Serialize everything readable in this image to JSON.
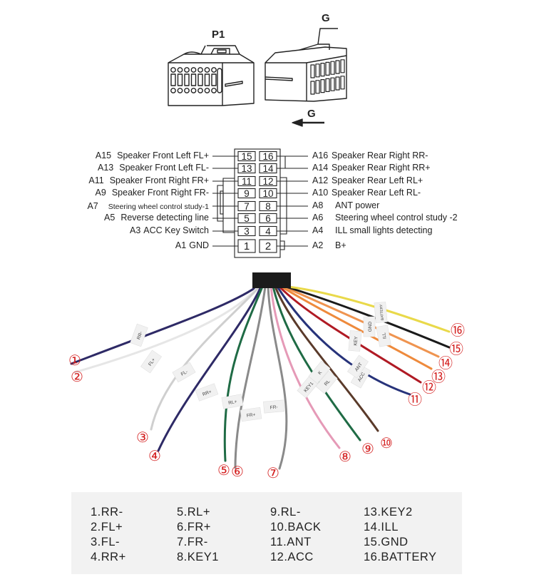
{
  "connectors": {
    "p1_label": "P1",
    "g_label_top": "G",
    "g_label_arrow": "G"
  },
  "pinout": {
    "left_pins": [
      {
        "code": "A15",
        "desc": "Speaker Front Left FL+",
        "pin": "15"
      },
      {
        "code": "A13",
        "desc": "Speaker Front Left FL-",
        "pin": "13"
      },
      {
        "code": "A11",
        "desc": "Speaker Front Right FR+",
        "pin": "11"
      },
      {
        "code": "A9",
        "desc": "Speaker Front Right FR-",
        "pin": "9"
      },
      {
        "code": "A7",
        "desc": "Steering wheel control study-1",
        "pin": "7"
      },
      {
        "code": "A5",
        "desc": "Reverse detecting line",
        "pin": "5"
      },
      {
        "code": "A3",
        "desc": "ACC Key Switch",
        "pin": "3"
      },
      {
        "code": "A1",
        "desc": "GND",
        "pin": "1"
      }
    ],
    "right_pins": [
      {
        "code": "A16",
        "desc": "Speaker Rear Right RR-",
        "pin": "16"
      },
      {
        "code": "A14",
        "desc": "Speaker Rear Right RR+",
        "pin": "14"
      },
      {
        "code": "A12",
        "desc": "Speaker Rear Left RL+",
        "pin": "12"
      },
      {
        "code": "A10",
        "desc": "Speaker Rear Left RL-",
        "pin": "10"
      },
      {
        "code": "A8",
        "desc": "ANT power",
        "pin": "8"
      },
      {
        "code": "A6",
        "desc": "Steering wheel control study -2",
        "pin": "6"
      },
      {
        "code": "A4",
        "desc": "ILL small lights detecting",
        "pin": "4"
      },
      {
        "code": "A2",
        "desc": "B+",
        "pin": "2"
      }
    ]
  },
  "harness": {
    "wires": [
      {
        "num": "①",
        "tag": "RR-",
        "color": "#2e2a66"
      },
      {
        "num": "②",
        "tag": "FL+",
        "color": "#e6e6e6"
      },
      {
        "num": "③",
        "tag": "FL-",
        "color": "#cfcfcf"
      },
      {
        "num": "④",
        "tag": "RR+",
        "color": "#2e2a66"
      },
      {
        "num": "⑤",
        "tag": "RL+",
        "color": "#1f6b45"
      },
      {
        "num": "⑥",
        "tag": "FR+",
        "color": "#8a8a8a"
      },
      {
        "num": "⑦",
        "tag": "FR-",
        "color": "#8a8a8a"
      },
      {
        "num": "⑧",
        "tag": "KEY1",
        "color": "#e59ab7"
      },
      {
        "num": "⑨",
        "tag": "RL",
        "color": "#1f6b45"
      },
      {
        "num": "⑩",
        "tag": "K",
        "color": "#5a3a2a"
      },
      {
        "num": "⑪",
        "tag": "ACC",
        "color": "#27337a"
      },
      {
        "num": "⑫",
        "tag": "ANT",
        "color": "#b01a24"
      },
      {
        "num": "⑬",
        "tag": "KEY",
        "color": "#ee8a3c"
      },
      {
        "num": "⑭",
        "tag": "ILL",
        "color": "#ef9450"
      },
      {
        "num": "⑮",
        "tag": "GND",
        "color": "#1a1a1a"
      },
      {
        "num": "⑯",
        "tag": "BATTERY",
        "color": "#e9d94a"
      }
    ],
    "number_color": "#d42020"
  },
  "legend": {
    "columns": [
      [
        "1.RR-",
        "2.FL+",
        "3.FL-",
        "4.RR+"
      ],
      [
        "5.RL+",
        "6.FR+",
        "7.FR-",
        "8.KEY1"
      ],
      [
        "9.RL-",
        "10.BACK",
        "11.ANT",
        "12.ACC"
      ],
      [
        "13.KEY2",
        "14.ILL",
        "15.GND",
        "16.BATTERY"
      ]
    ]
  }
}
